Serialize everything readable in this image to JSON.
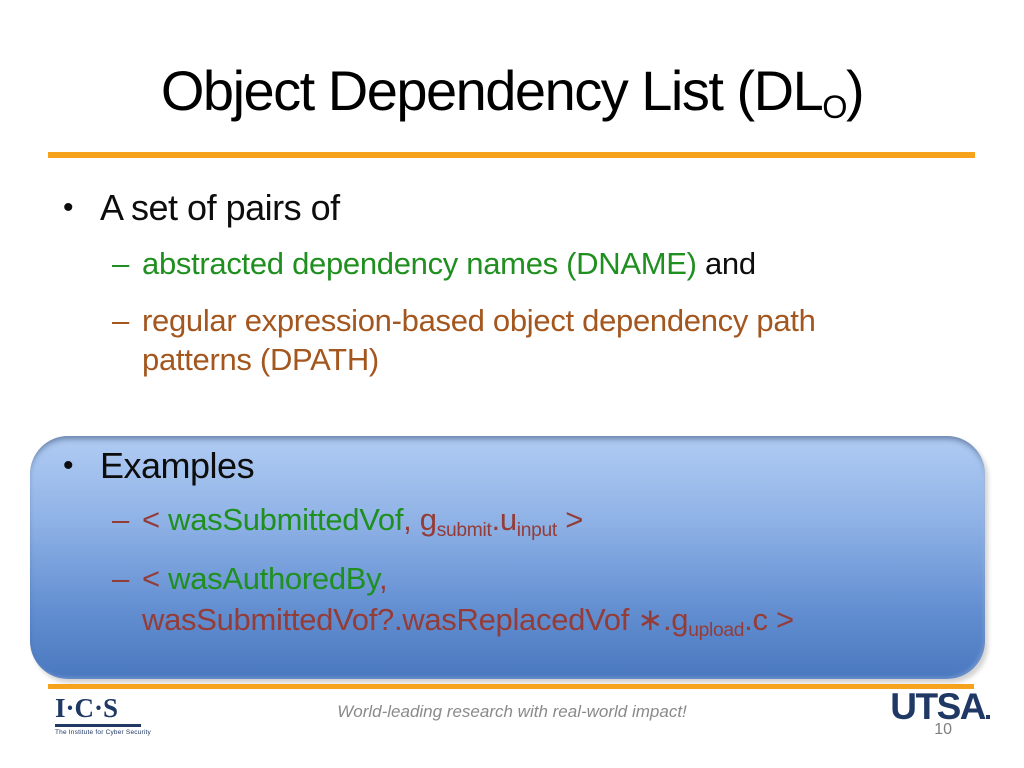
{
  "title": {
    "main": "Object Dependency List (DL",
    "subscript": "O",
    "suffix": ")"
  },
  "glyphs": {
    "bullet": "•",
    "dash": "–"
  },
  "bullets": {
    "item1": "A set of pairs of",
    "sub1_green": "abstracted dependency names (DNAME)",
    "sub1_rest": " and",
    "sub2_line1": "regular expression-based object dependency path",
    "sub2_line2": "patterns (DPATH)"
  },
  "examples": {
    "heading": "Examples",
    "ex1": {
      "open": "< ",
      "name": "wasSubmittedVof",
      "sep": ", ",
      "base1": "g",
      "sub1": "submit",
      "dot": ".",
      "base2": "u",
      "sub2": "input",
      "close": " >"
    },
    "ex2": {
      "open": "< ",
      "name": "wasAuthoredBy",
      "sep": ",",
      "line2": "wasSubmittedVof?.wasReplacedVof ∗.g",
      "sub": "upload",
      "line2_end": ".c >"
    }
  },
  "footer": {
    "tagline": "World-leading research with real-world impact!",
    "page_number": "10"
  },
  "logos": {
    "ics_text": "I·C·S",
    "ics_tagline": "The Institute for Cyber Security",
    "utsa_text": "UTSA"
  },
  "colors": {
    "accent_orange": "#F7A21C",
    "text_green": "#1F8F1F",
    "text_brown": "#A3561E",
    "text_dark_red": "#943C38",
    "box_gradient_top": "#B0CCF3",
    "box_gradient_bottom": "#4A78BF",
    "logo_navy": "#1F3864",
    "footer_gray": "#8A8A8A"
  }
}
